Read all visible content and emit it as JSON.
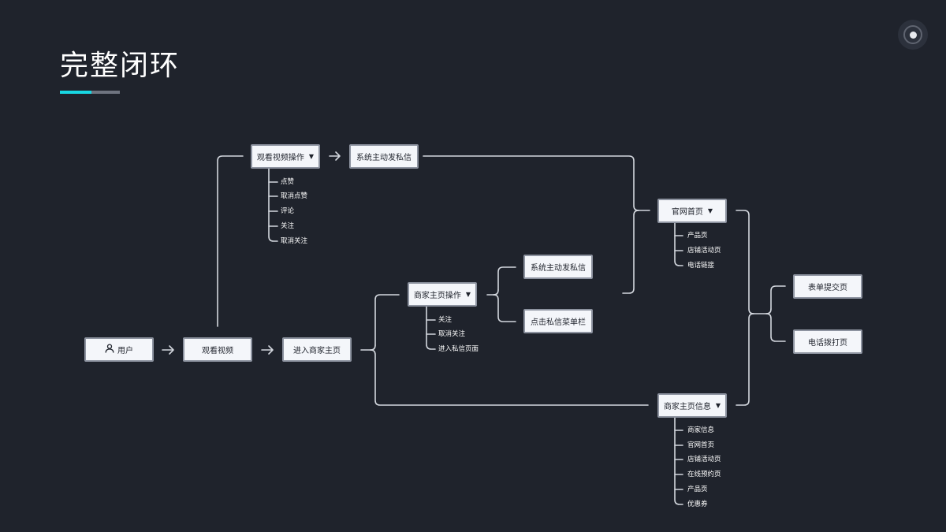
{
  "title": "完整闭环",
  "nodes": {
    "user": "用户",
    "watch_video": "观看视频",
    "enter_shop": "进入商家主页",
    "video_ops": "观看视频操作",
    "sys_msg_top": "系统主动发私信",
    "shop_ops": "商家主页操作",
    "sys_msg_mid": "系统主动发私信",
    "click_menu": "点击私信菜单栏",
    "official_home": "官网首页",
    "shop_info": "商家主页信息",
    "form_submit": "表单提交页",
    "phone_dial": "电话拨打页"
  },
  "video_ops_items": [
    "点赞",
    "取消点赞",
    "评论",
    "关注",
    "取消关注"
  ],
  "shop_ops_items": [
    "关注",
    "取消关注",
    "进入私信页面"
  ],
  "official_items": [
    "产品页",
    "店铺活动页",
    "电话链接"
  ],
  "shop_info_items": [
    "商家信息",
    "官网首页",
    "店铺活动页",
    "在线预约页",
    "产品页",
    "优惠券"
  ],
  "caret": "▼"
}
